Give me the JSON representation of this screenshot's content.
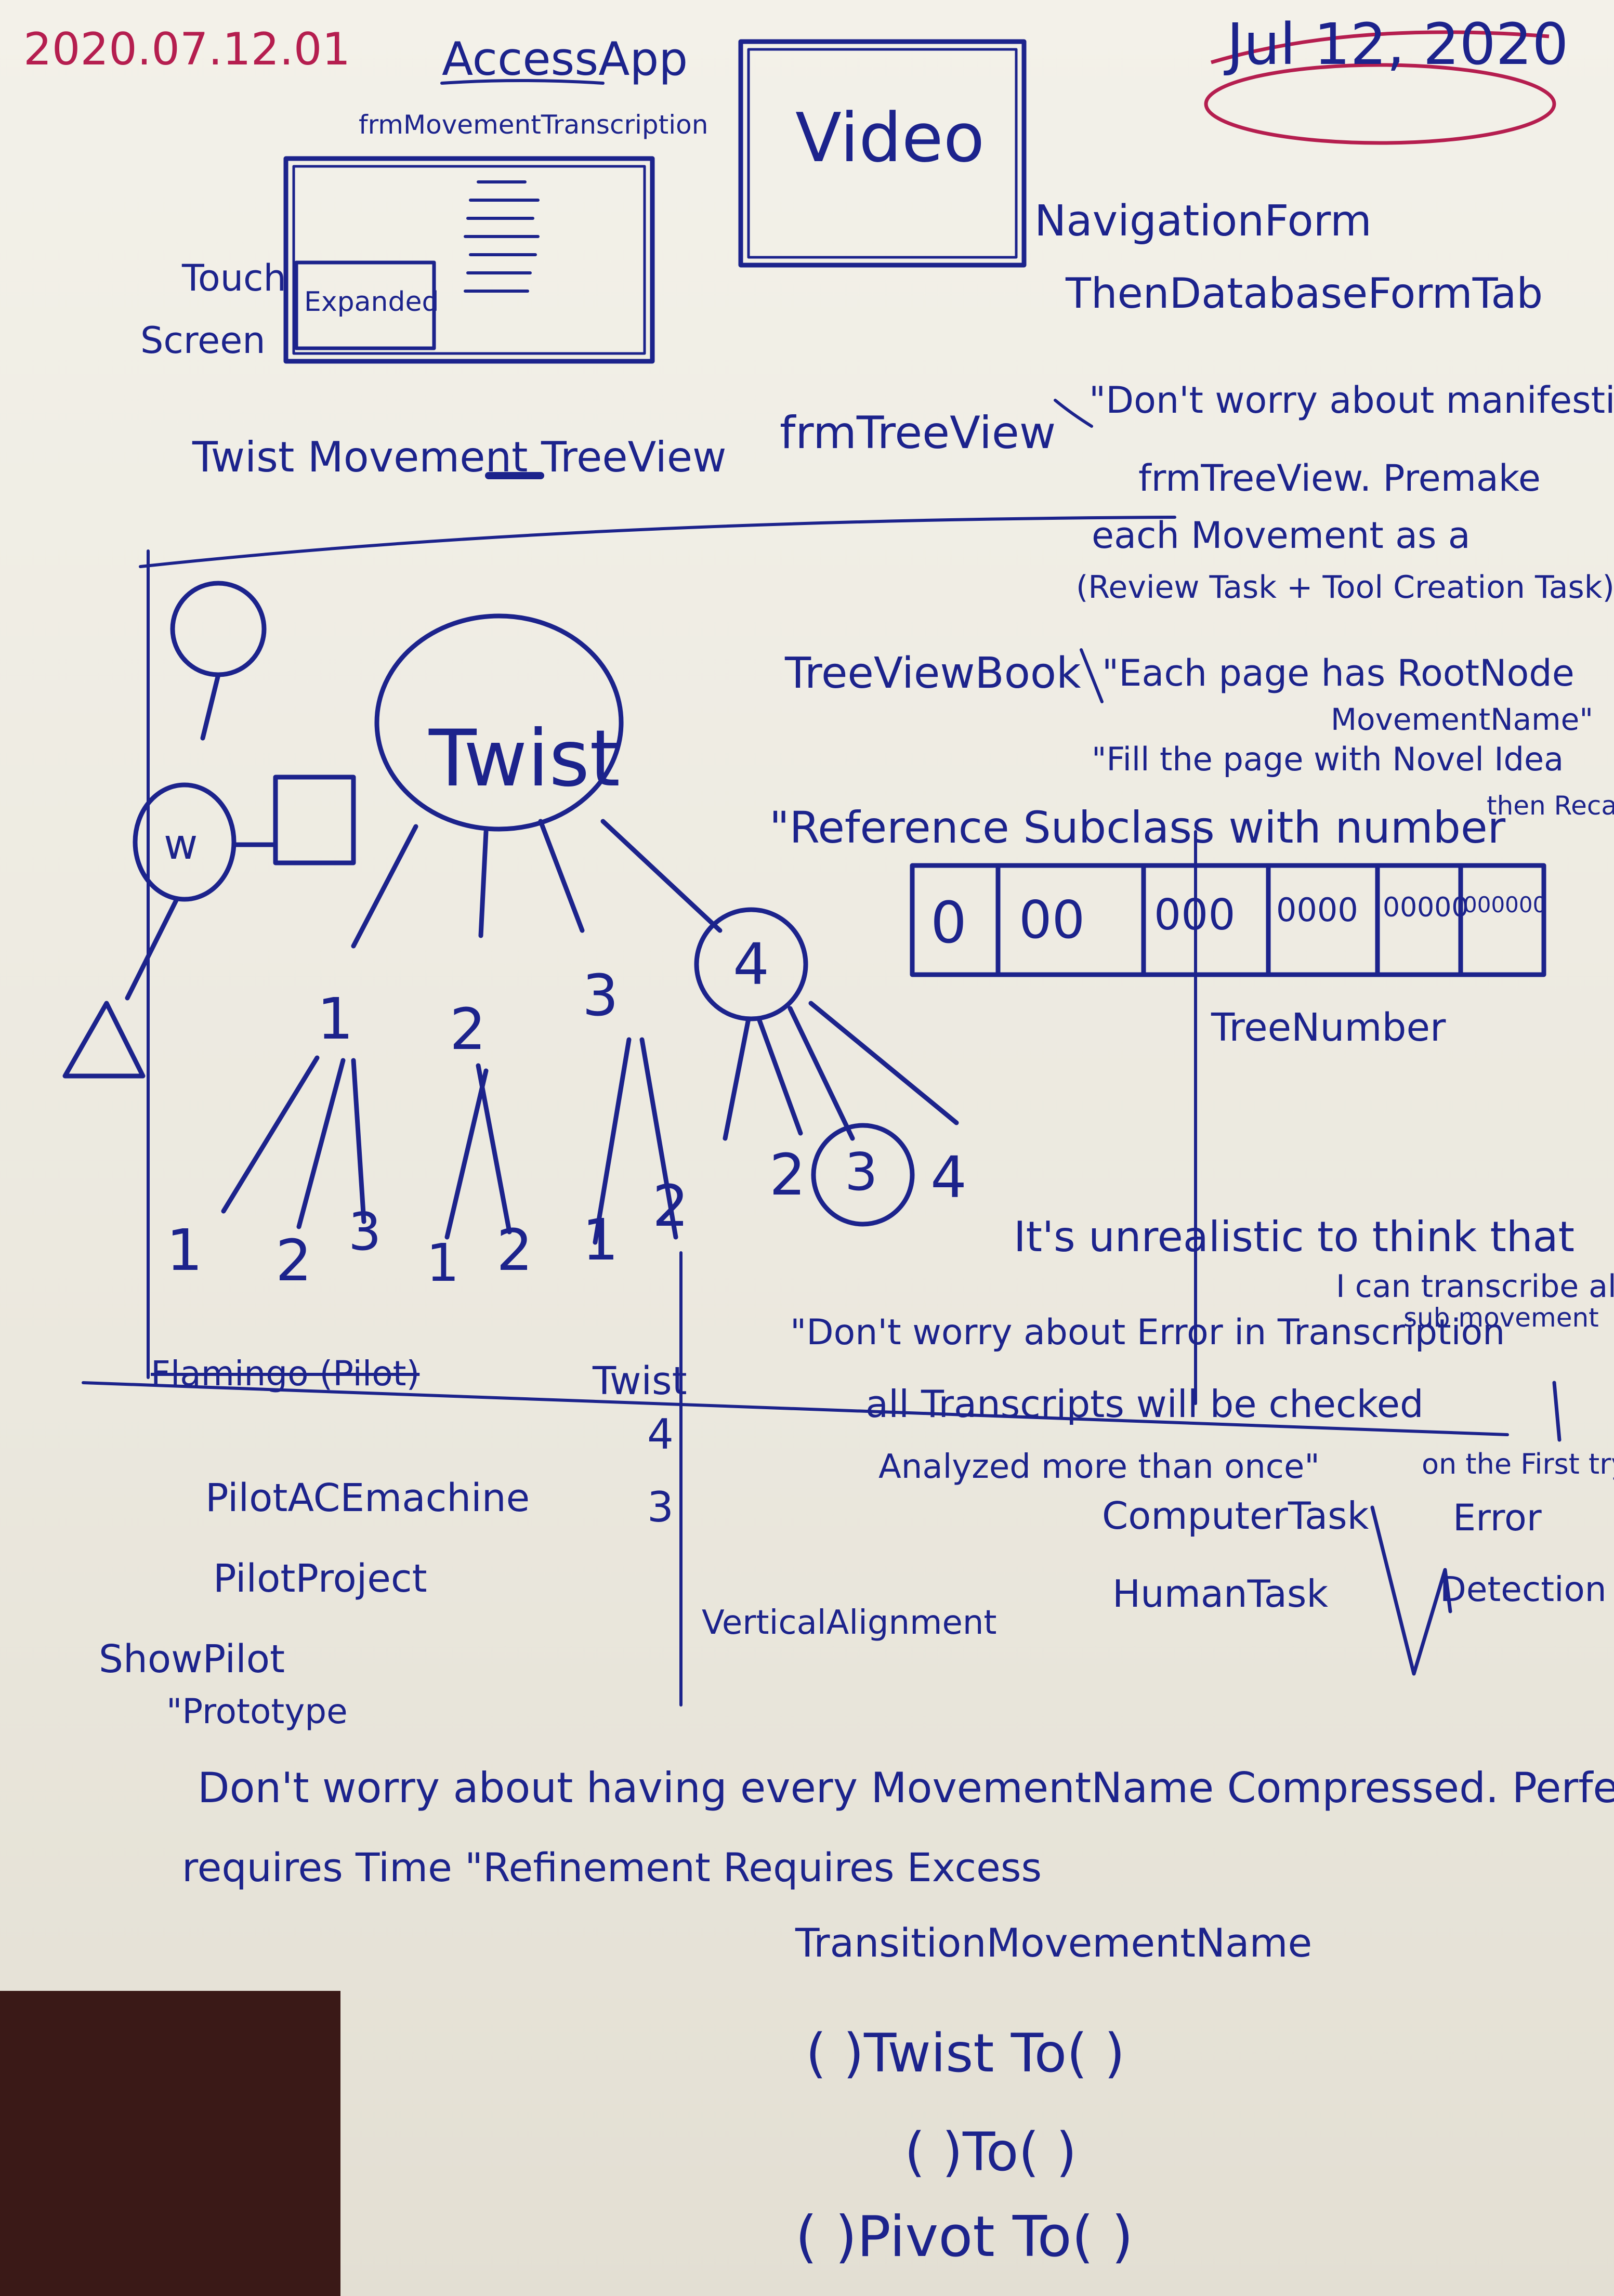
{
  "header": {
    "stamp": "2020.07.12.01",
    "date": "Jul 12, 2020"
  },
  "sketch_access": {
    "title": "AccessApp",
    "subtitle": "frmMovementTranscription",
    "expanded_label": "Expanded",
    "touch_label": [
      "Touch",
      "Screen"
    ]
  },
  "sketch_video": {
    "label": "Video",
    "nav_lines": [
      "NavigationForm",
      "ThenDatabaseFormTab"
    ]
  },
  "treeview": {
    "heading": "Twist Movement TreeView",
    "frm_label": "frmTreeView",
    "note_lines": [
      "\"Don't worry about manifesting",
      "frmTreeView. Premake",
      "each Movement as a",
      "(Review Task + Tool Creation Task)"
    ],
    "book_label": "TreeViewBook",
    "book_notes": [
      "\"Each page has RootNode",
      "MovementName\"",
      "\"Fill the page with Novel Idea",
      "then Recall\""
    ]
  },
  "tree": {
    "root": "Twist",
    "branches": [
      "1",
      "2",
      "3",
      "4"
    ],
    "leaves": [
      "1",
      "2",
      "3",
      "1",
      "2",
      "1",
      "2",
      "2",
      "3",
      "4"
    ],
    "avatar_mouth": "w"
  },
  "subclass": {
    "label": "\"Reference Subclass with number",
    "cells": [
      "0",
      "00",
      "000",
      "0000",
      "00000",
      "000000"
    ],
    "tree_number": "TreeNumber"
  },
  "notes": {
    "unrealistic": [
      "It's unrealistic to think that",
      "I can transcribe all",
      "sub movement"
    ],
    "errors": [
      "\"Don't worry about Error in Transcription",
      "all Transcripts will be checked",
      "Analyzed more than once\""
    ],
    "first_try": "on the First try",
    "tasks": [
      "ComputerTask",
      "HumanTask"
    ],
    "error_detection": [
      "Error",
      "Detection"
    ],
    "pilot_heading": "Flamingo (Pilot)",
    "pilot_items": [
      "PilotACEmachine",
      "PilotProject",
      "ShowPilot",
      "\"Prototype"
    ],
    "twist_column": [
      "Twist",
      "4",
      "3"
    ],
    "vertical_alignment": "VerticalAlignment",
    "closing": [
      "Don't worry about having every MovementName Compressed. Perfection",
      "requires Time \"Refinement Requires Excess"
    ],
    "transition": "TransitionMovementName",
    "formulas": [
      "( )Twist To( )",
      "( )To( )",
      "( )Pivot To( )"
    ]
  }
}
